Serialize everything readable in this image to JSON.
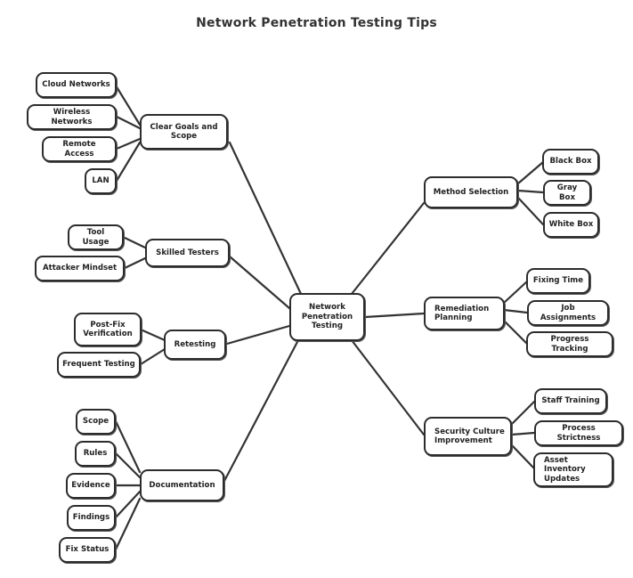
{
  "title": "Network Penetration Testing Tips",
  "root": "Network\nPenetration\nTesting",
  "branches": {
    "goals": {
      "label": "Clear Goals and\nScope",
      "children": [
        "Cloud Networks",
        "Wireless Networks",
        "Remote Access",
        "LAN"
      ]
    },
    "testers": {
      "label": "Skilled Testers",
      "children": [
        "Tool Usage",
        "Attacker Mindset"
      ]
    },
    "retesting": {
      "label": "Retesting",
      "children": [
        "Post-Fix\nVerification",
        "Frequent Testing"
      ]
    },
    "documentation": {
      "label": "Documentation",
      "children": [
        "Scope",
        "Rules",
        "Evidence",
        "Findings",
        "Fix Status"
      ]
    },
    "method": {
      "label": "Method Selection",
      "children": [
        "Black Box",
        "Gray Box",
        "White Box"
      ]
    },
    "remediation": {
      "label": "Remediation\nPlanning",
      "children": [
        "Fixing Time",
        "Job Assignments",
        "Progress Tracking"
      ]
    },
    "culture": {
      "label": "Security Culture\nImprovement",
      "children": [
        "Staff Training",
        "Process Strictness",
        "Asset Inventory\nUpdates"
      ]
    }
  },
  "colors": {
    "stroke": "#2c2c2c",
    "background": "#ffffff",
    "text": "#222222"
  }
}
